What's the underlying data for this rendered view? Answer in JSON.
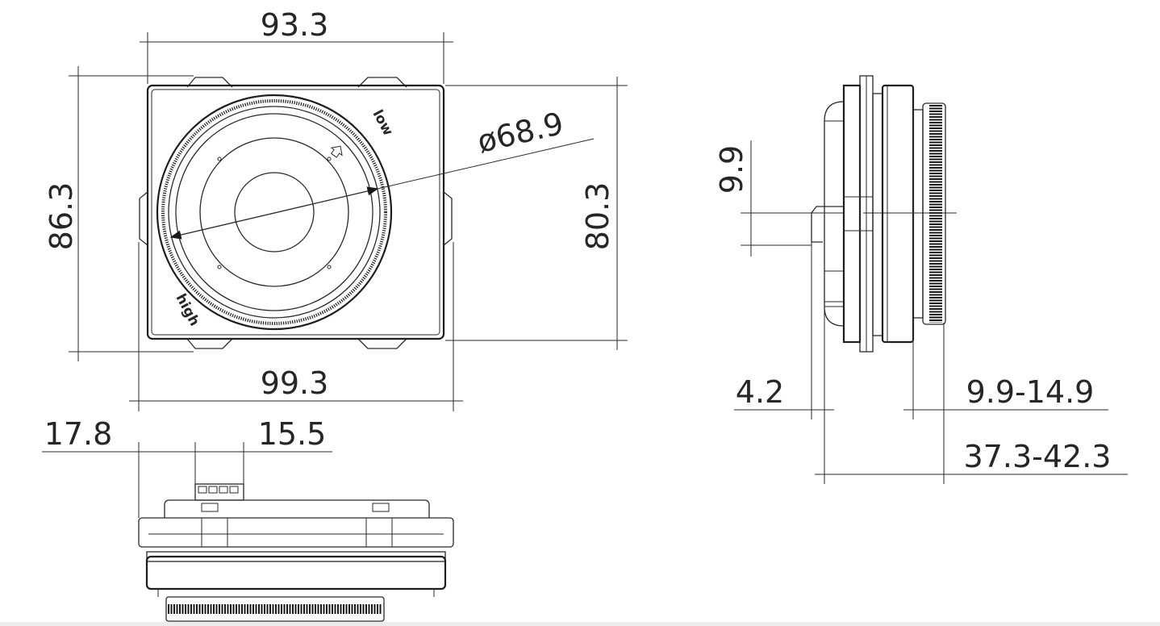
{
  "dimensions": {
    "front_width_top": "93.3",
    "front_width_bottom": "99.3",
    "front_height_left": "86.3",
    "front_height_right": "80.3",
    "front_diameter": "ø68.9",
    "bottom_offset_left": "17.8",
    "bottom_offset_right": "15.5",
    "side_offset_height": "9.9",
    "side_flange": "4.2",
    "side_travel": "9.9-14.9",
    "side_total_depth": "37.3-42.3"
  },
  "labels": {
    "focus_low": "low",
    "focus_high": "high"
  },
  "colors": {
    "line": "#2a2a2a",
    "background": "#ffffff"
  }
}
